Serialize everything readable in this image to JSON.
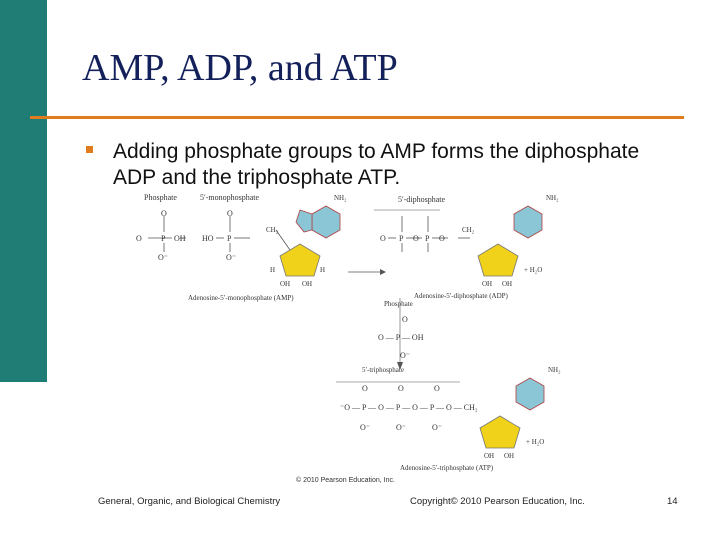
{
  "slide": {
    "title": "AMP, ADP, and ATP",
    "bullet": "Adding phosphate groups to AMP forms the diphosphate ADP and the triphosphate ATP.",
    "footer_left": "General, Organic, and Biological Chemistry",
    "footer_center": "Copyright© 2010 Pearson Education, Inc.",
    "page_number": "14",
    "accent_color": "#e07b1f",
    "sidebar_color": "#1f7d75",
    "title_color": "#13205a"
  },
  "figure": {
    "labels": {
      "phosphate": "Phosphate",
      "monophosphate": "5′-monophosphate",
      "diphosphate": "5′-diphosphate",
      "triphosphate": "5′-triphosphate",
      "amp": "Adenosine-5′-monophosphate (AMP)",
      "adp": "Adenosine-5′-diphosphate (ADP)",
      "atp": "Adenosine-5′-triphosphate (ATP)",
      "phosphate2": "Phosphate",
      "water": "+ H₂O",
      "water2": "+ H₂O",
      "copyright": "© 2010 Pearson Education, Inc."
    }
  }
}
